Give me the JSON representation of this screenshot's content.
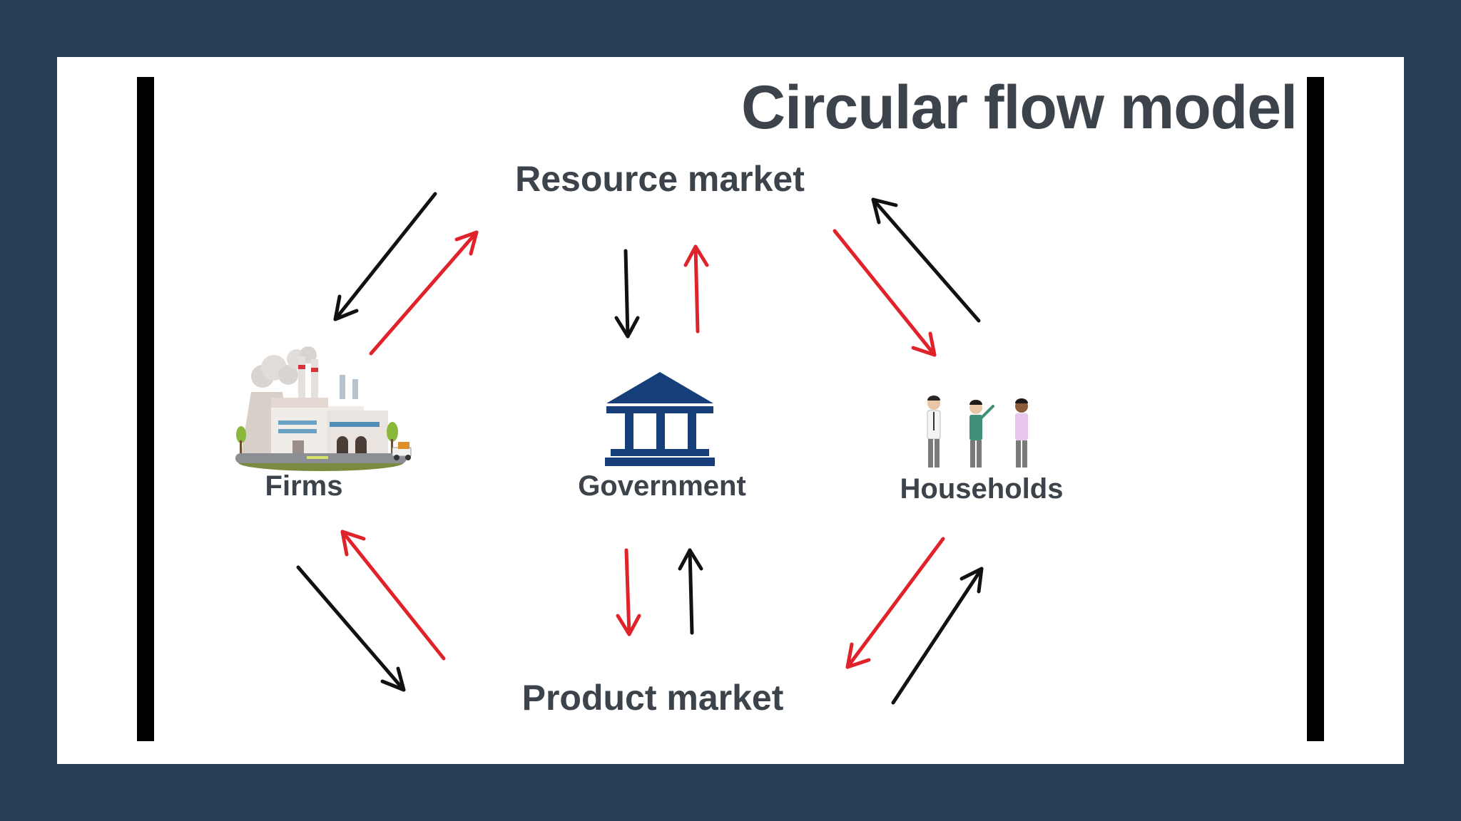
{
  "diagram": {
    "title": "Circular flow model",
    "resource_market": "Resource market",
    "product_market": "Product market",
    "firms": "Firms",
    "government": "Government",
    "households": "Households"
  },
  "colors": {
    "frame": "#263d56",
    "red_arrow": "#e0222b",
    "black_arrow": "#111111",
    "text": "#3d434a",
    "bank_blue": "#163f7a"
  },
  "icons": {
    "firms": "factory-icon",
    "government": "government-building-icon",
    "households": "people-icon"
  }
}
